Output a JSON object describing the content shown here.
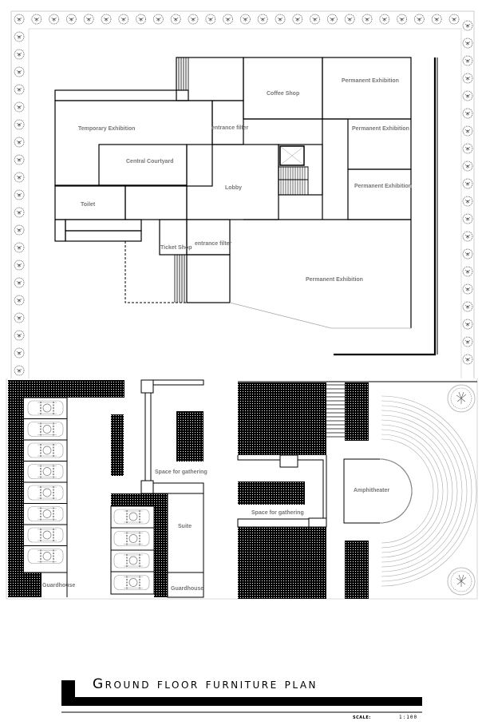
{
  "drawing": {
    "title": "Ground floor furniture plan",
    "scale_label": "SCALE:",
    "scale_value": "1:100"
  },
  "rooms": {
    "coffee_shop": "Coffee Shop",
    "permanent_exhibition_1": "Permanent Exhibition",
    "permanent_exhibition_2": "Permanent Exhibition",
    "permanent_exhibition_3": "Permanent Exhibition",
    "permanent_exhibition_4": "Permanent Exhibition",
    "temporary_exhibition": "Temporary Exhibition",
    "entrance_filter_1": "entrance filter",
    "entrance_filter_2": "entrance filter",
    "central_courtyard": "Central Courtyard",
    "lobby": "Lobby",
    "toilet": "Toilet",
    "ticket_shop": "Ticket Shop"
  },
  "site": {
    "space_for_gathering_1": "Space for gathering",
    "space_for_gathering_2": "Space for gathering",
    "suite": "Suite",
    "guardhouse_1": "Guardhouse",
    "guardhouse_2": "Guardhouse",
    "amphitheater": "Amphitheater"
  },
  "colors": {
    "line": "#000000",
    "label": "#777777",
    "tree": "#555555",
    "light_line": "#bbbbbb"
  }
}
